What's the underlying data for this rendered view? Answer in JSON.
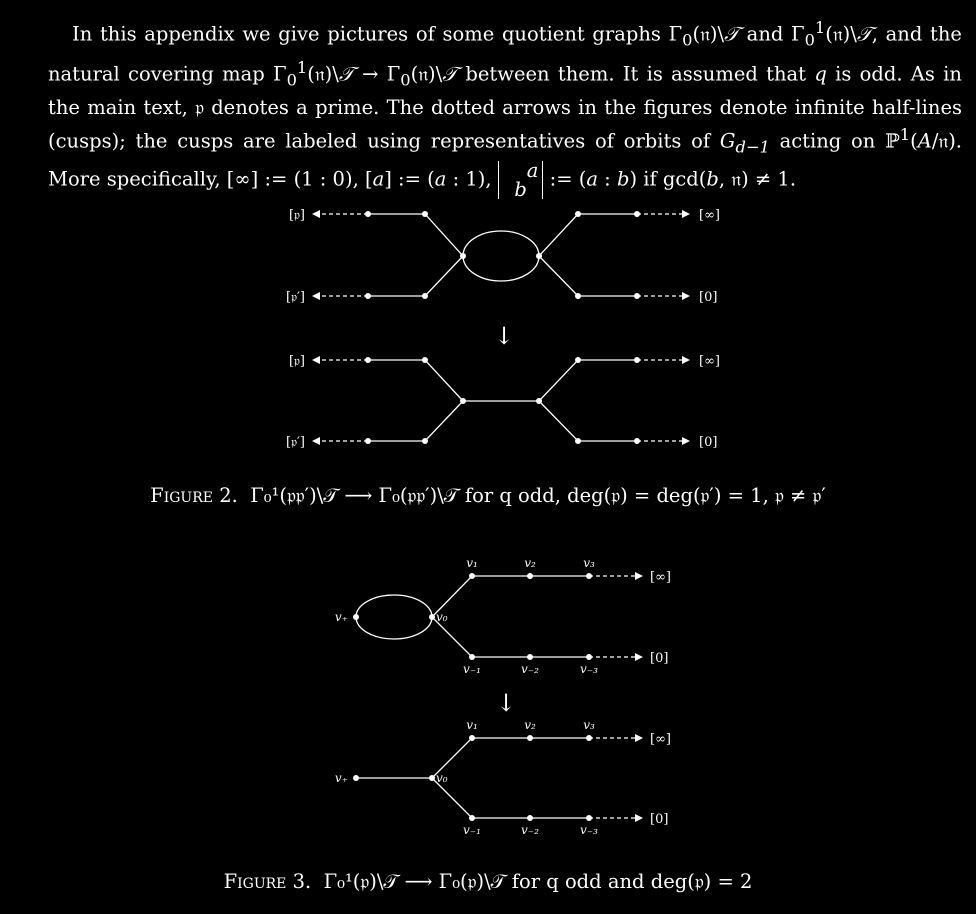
{
  "intro": {
    "s1": "In this appendix we give pictures of some quotient graphs Γ",
    "s2": "(𝔫)\\",
    "s3": " and Γ",
    "s4": "(𝔫)\\",
    "s5": ", and the natural covering map Γ",
    "s6": "(𝔫)\\",
    "s7": " → Γ",
    "s8": "(𝔫)\\",
    "s9": " between them. It is assumed that ",
    "s10": " is odd. As in the main text, 𝔭 denotes a prime. The dotted arrows in the figures denote infinite half-lines (cusps); the cusps are labeled using representatives of orbits of ",
    "s11": " acting on ℙ",
    "s12": "(",
    "s13": "/𝔫). More specifically, [∞] := (1 : 0), [",
    "s14": "] := (",
    "s15": " : 1), ",
    "s16": " := (",
    "s17": " : ",
    "s18": ") if gcd(",
    "s19": ", 𝔫) ≠ 1.",
    "T": "𝒯",
    "q": "q",
    "A": "A",
    "a": "a",
    "b": "b",
    "G": "G",
    "Gsub": "d−1",
    "sub0": "0",
    "sup1": "1"
  },
  "figure2": {
    "labels": {
      "p": "[𝔭]",
      "pp": "[𝔭′]",
      "inf": "[∞]",
      "zero": "[0]"
    },
    "caption": {
      "name": "Figure",
      "num": "2.",
      "math": "Γ₀¹(𝔭𝔭′)\\𝒯 ⟶ Γ₀(𝔭𝔭′)\\𝒯 for q odd, deg(𝔭) = deg(𝔭′) = 1, 𝔭 ≠ 𝔭′"
    }
  },
  "figure3": {
    "labels": {
      "v1": "v₁",
      "v2": "v₂",
      "v3": "v₃",
      "vplus": "v₊",
      "v0": "v₀",
      "vm1": "v₋₁",
      "vm2": "v₋₂",
      "vm3": "v₋₃",
      "inf": "[∞]",
      "zero": "[0]"
    },
    "caption": {
      "name": "Figure",
      "num": "3.",
      "math": "Γ₀¹(𝔭)\\𝒯 ⟶ Γ₀(𝔭)\\𝒯 for q odd and deg(𝔭) = 2"
    }
  },
  "arrow": "↓"
}
